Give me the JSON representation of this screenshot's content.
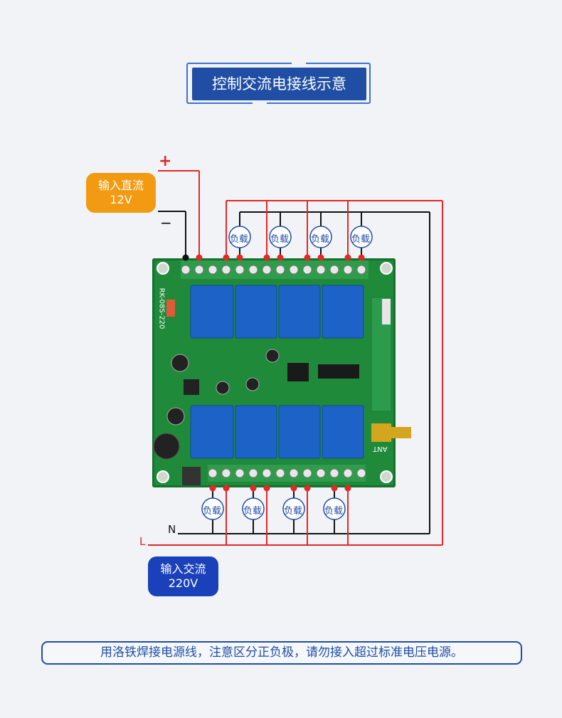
{
  "title": "控制交流电接线示意",
  "dc_input": {
    "line1": "输入直流",
    "line2": "12V",
    "plus": "+",
    "minus": "−"
  },
  "ac_input": {
    "line1": "输入交流",
    "line2": "220V",
    "n_label": "N",
    "l_label": "L"
  },
  "load_label": "负载",
  "board_silk": {
    "model": "RK-08S-220",
    "ant": "ANT"
  },
  "note": "用洛铁焊接电源线，注意区分正负极，请勿接入超过标准电压电源。",
  "colors": {
    "title_bg": "#1f4ea4",
    "dc_pill": "#f29a12",
    "ac_pill": "#1a41b9",
    "wire_red": "#e22828",
    "wire_black": "#111111",
    "pcb": "#1f8a3a",
    "relay": "#1d63c7"
  }
}
